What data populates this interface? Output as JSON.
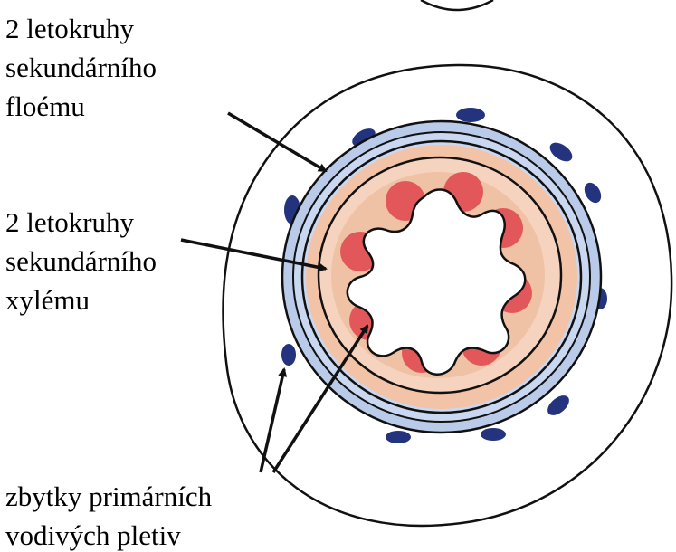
{
  "labels": {
    "phloem": [
      "2 letokruhy",
      "sekundárního",
      "floému"
    ],
    "xylem": [
      "2 letokruhy",
      "sekundárního",
      "xylému"
    ],
    "remnants": [
      "zbytky primárních",
      "vodivých pletiv"
    ]
  },
  "colors": {
    "outline": "#111111",
    "phloem": "#b9cbe8",
    "phloem_bundles": "#1f2f7a",
    "xylem": "#f1c2a6",
    "xylem_inner": "#f6d6c1",
    "primary_xylem": "#e2585a",
    "pith": "#ffffff"
  }
}
